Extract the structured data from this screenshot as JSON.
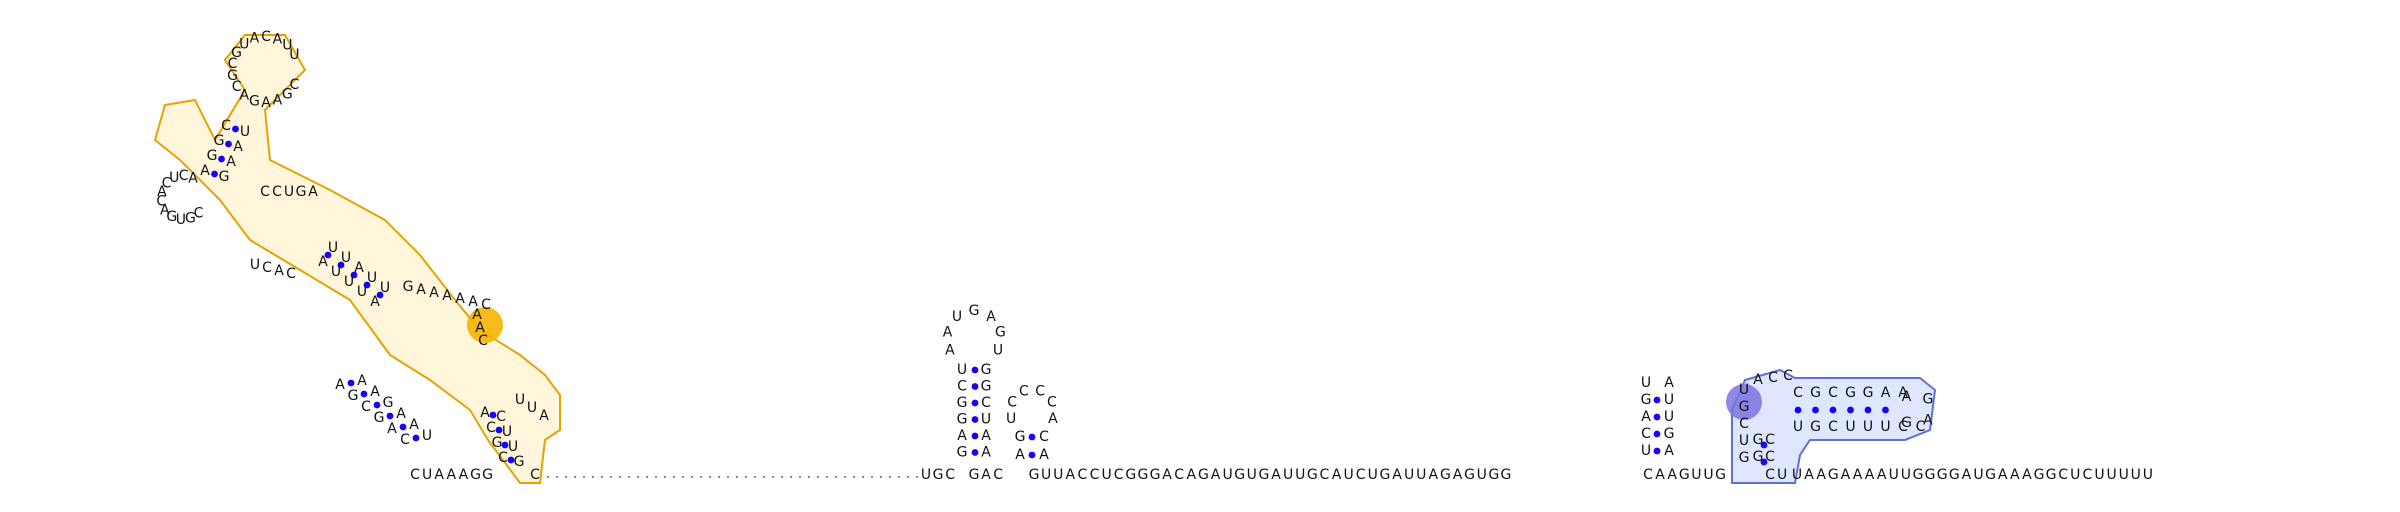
{
  "diagram": {
    "type": "rna-secondary-structure",
    "colors": {
      "background": "#ffffff",
      "text": "#111111",
      "base_pair_dot": "#1400ff",
      "orange_outline": "#e8a200",
      "orange_halo": "#fff6db",
      "orange_highlight": "#f5b400",
      "blue_outline": "#5f70d8",
      "blue_halo": "#dfe6ff",
      "blue_highlight": "#7b73e0"
    },
    "baseline": {
      "segment_start": "CUAAAGG",
      "segment_after_left": "C",
      "segment_middle": "UGC",
      "segment_mid2": "GAC",
      "segment_long": "GUUACCUCGGGACAGAUGUGAUUGCAUCUGAUUAGAGUGG",
      "segment_after_hp3": "CAAGUUG",
      "segment_after_pk": "CU",
      "segment_tail": "UAAGAAAAUUGGGGAUGAAAGGCUCUUUUU"
    },
    "left_domain": {
      "stem1_left": "CGCA",
      "stem1_right": "GUUC",
      "bulge": "UUA",
      "stem2_left": "CAGCGACGAUA",
      "stem2_right": "UAAGAAGUUU",
      "interior_loop_top": "GAAAAAC",
      "highlight_bases": "AAC",
      "stem3_left": "UUAUU",
      "stem3_right": "AUUUA",
      "loop3": "UCAC",
      "stem4_left": "CCUGA",
      "multiloop": "ACUCACAGUGC",
      "stem5_left": "AGGC",
      "stem5_right": "GAAU",
      "hairpin_loop": "UUACAUGCGCAGAAGC"
    },
    "hairpin1": {
      "stem_5prime": "UCGGAG",
      "stem_3prime": "GGCUAA",
      "loop": "AAUGAGU"
    },
    "hairpin2": {
      "stem_5prime": "GA",
      "stem_3prime": "CA",
      "loop": "UCCCCA"
    },
    "hairpin3": {
      "stem_5prime": "UGACU",
      "stem_3prime": "AUUGA"
    },
    "pseudoknot": {
      "arm_5prime": "CGCGGAA",
      "arm_3prime": "UGCUUUCC",
      "loop": "AGAG",
      "left_column": "UGCUG",
      "highlight_bases": "UGG",
      "top_bases": "ACC"
    }
  }
}
